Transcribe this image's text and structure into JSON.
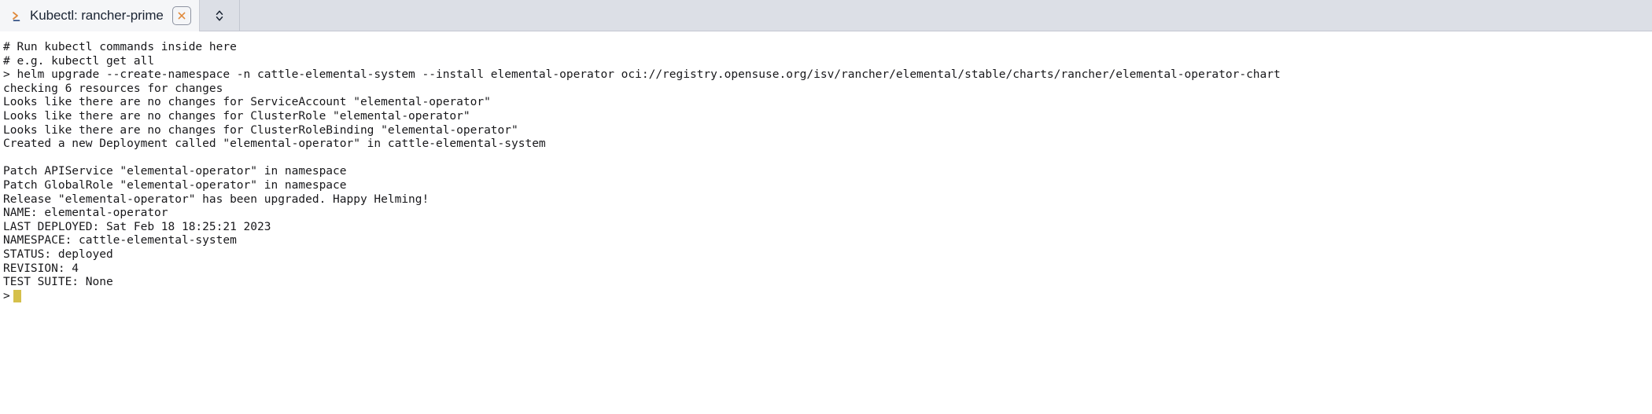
{
  "tab": {
    "icon": "terminal-prompt-icon",
    "title": "Kubectl: rancher-prime",
    "close_icon": "close-icon",
    "switcher_icon": "chevron-up-down-icon"
  },
  "colors": {
    "tabbar_background": "#dcdfe6",
    "tab_background": "#f5f6f8",
    "terminal_background": "#ffffff",
    "terminal_text": "#18181b",
    "cursor": "#d5c04b",
    "icon_accent": "#e08a3c"
  },
  "terminal": {
    "lines": [
      "# Run kubectl commands inside here",
      "# e.g. kubectl get all",
      "> helm upgrade --create-namespace -n cattle-elemental-system --install elemental-operator oci://registry.opensuse.org/isv/rancher/elemental/stable/charts/rancher/elemental-operator-chart",
      "checking 6 resources for changes",
      "Looks like there are no changes for ServiceAccount \"elemental-operator\"",
      "Looks like there are no changes for ClusterRole \"elemental-operator\"",
      "Looks like there are no changes for ClusterRoleBinding \"elemental-operator\"",
      "Created a new Deployment called \"elemental-operator\" in cattle-elemental-system",
      "",
      "Patch APIService \"elemental-operator\" in namespace",
      "Patch GlobalRole \"elemental-operator\" in namespace",
      "Release \"elemental-operator\" has been upgraded. Happy Helming!",
      "NAME: elemental-operator",
      "LAST DEPLOYED: Sat Feb 18 18:25:21 2023",
      "NAMESPACE: cattle-elemental-system",
      "STATUS: deployed",
      "REVISION: 4",
      "TEST SUITE: None"
    ],
    "prompt_symbol": ">",
    "current_input": ""
  }
}
